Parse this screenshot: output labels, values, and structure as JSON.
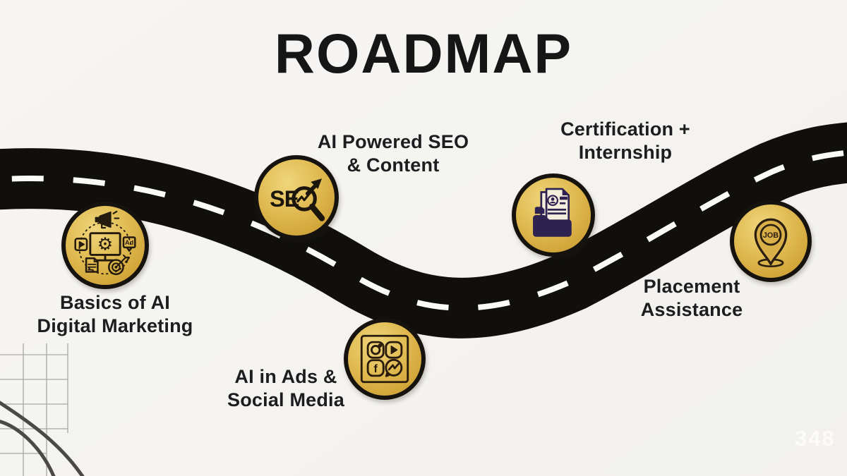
{
  "title": "ROADMAP",
  "watermark": "348",
  "milestones": [
    {
      "name": "basics-of-ai-digital-marketing",
      "label_line1": "Basics of AI",
      "label_line2": "Digital Marketing",
      "icon": "digital-marketing-icon",
      "icon_ad_label": "Ad"
    },
    {
      "name": "ai-powered-seo-content",
      "label_line1": "AI Powered SEO",
      "label_line2": "& Content",
      "icon": "seo-magnifier-icon",
      "icon_text": "SE"
    },
    {
      "name": "ai-in-ads-social-media",
      "label_line1": "AI in Ads &",
      "label_line2": "Social Media",
      "icon": "social-media-icon",
      "icon_facebook_letter": "f"
    },
    {
      "name": "certification-internship",
      "label_line1": "Certification +",
      "label_line2": "Internship",
      "icon": "certificate-folder-icon"
    },
    {
      "name": "placement-assistance",
      "label_line1": "Placement",
      "label_line2": "Assistance",
      "icon": "job-location-pin-icon",
      "icon_text": "JOB"
    }
  ],
  "colors": {
    "background": "#f5f4f1",
    "road": "#100f0d",
    "road_dash": "#fafaf8",
    "circle_gold": "#d5a83c",
    "circle_gold_light": "#efd67c",
    "circle_outline": "#16130f",
    "icon_stroke": "#241a0e",
    "folder_navy": "#2d2250",
    "paper_cream": "#f3eddc",
    "label_text": "#1d1d1f",
    "grid_gray": "#a9a8a6",
    "arc_gray": "#4a4948"
  }
}
